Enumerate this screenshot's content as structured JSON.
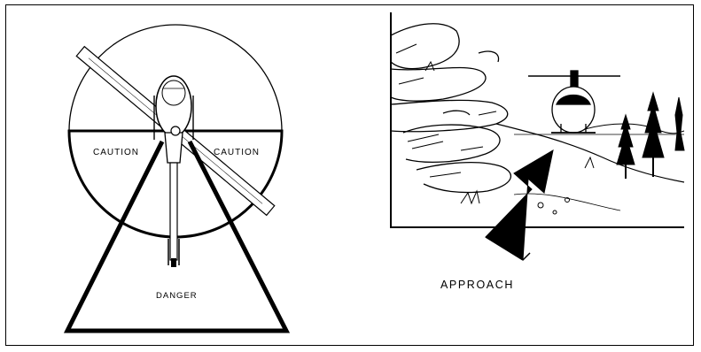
{
  "figure": {
    "caution_left_label": "CAUTION",
    "caution_right_label": "CAUTION",
    "danger_label": "DANGER",
    "approach_label": "APPROACH"
  },
  "colors": {
    "ink": "#000000",
    "paper": "#ffffff"
  }
}
